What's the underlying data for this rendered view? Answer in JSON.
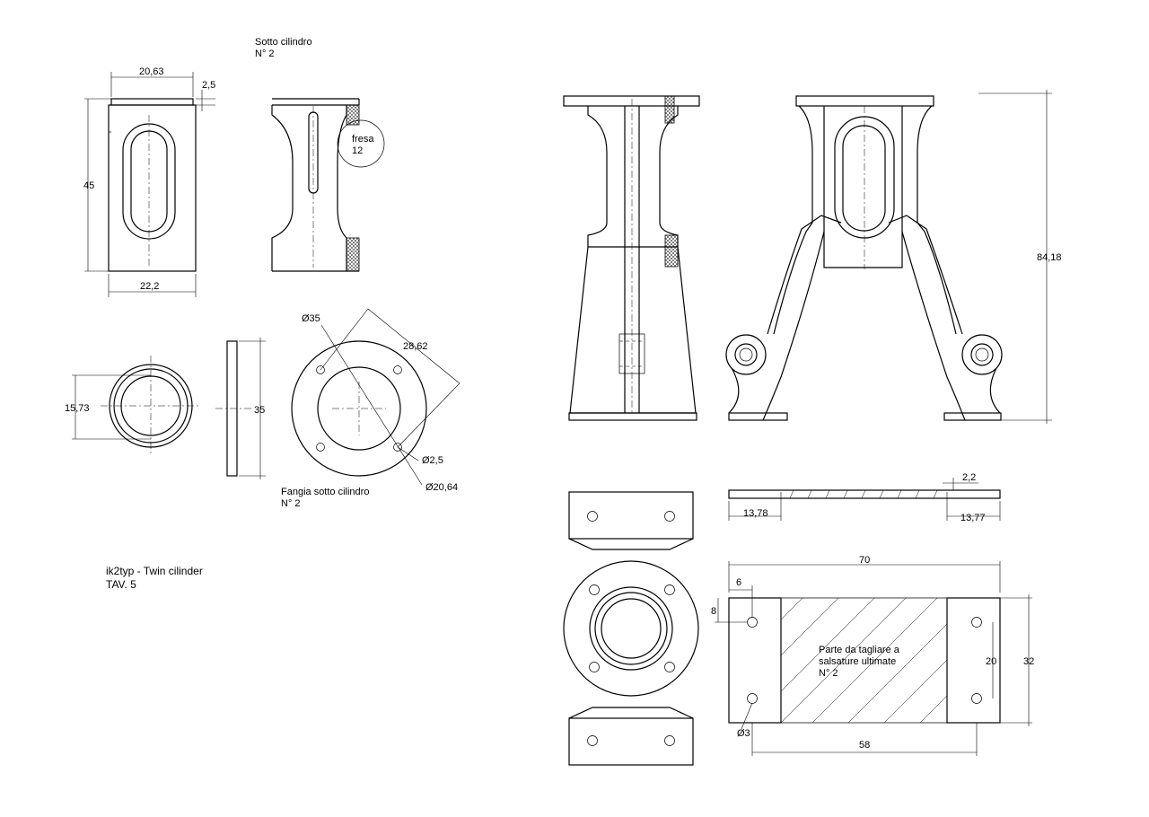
{
  "title_block": {
    "title": "ik2typ - Twin cilinder",
    "sheet": "TAV. 5"
  },
  "parts": {
    "sotto_cilindro": {
      "name": "Sotto cilindro",
      "qty": "N° 2"
    },
    "flangia": {
      "name": "Fangia sotto cilindro",
      "qty": "N° 2"
    },
    "piastra": {
      "note1": "Parte da tagliare a",
      "note2": "salsature ultimate",
      "qty": "N° 2"
    }
  },
  "callouts": {
    "fresa": "fresa",
    "fresa_size": "12"
  },
  "dimensions": {
    "d_20_63": "20,63",
    "d_2_5": "2,5",
    "d_45": "45",
    "d_22_2": "22,2",
    "d_15_73": "15,73",
    "d_35": "35",
    "d_dia35": "Ø35",
    "d_28_62": "28,62",
    "d_dia2_5": "Ø2,5",
    "d_dia20_64": "Ø20,64",
    "d_84_18": "84,18",
    "d_2_2": "2,2",
    "d_13_78": "13,78",
    "d_13_77": "13,77",
    "d_70": "70",
    "d_6": "6",
    "d_8": "8",
    "d_20": "20",
    "d_32": "32",
    "d_dia3": "Ø3",
    "d_58": "58"
  },
  "colors": {
    "ink": "#000000",
    "paper": "#ffffff"
  }
}
